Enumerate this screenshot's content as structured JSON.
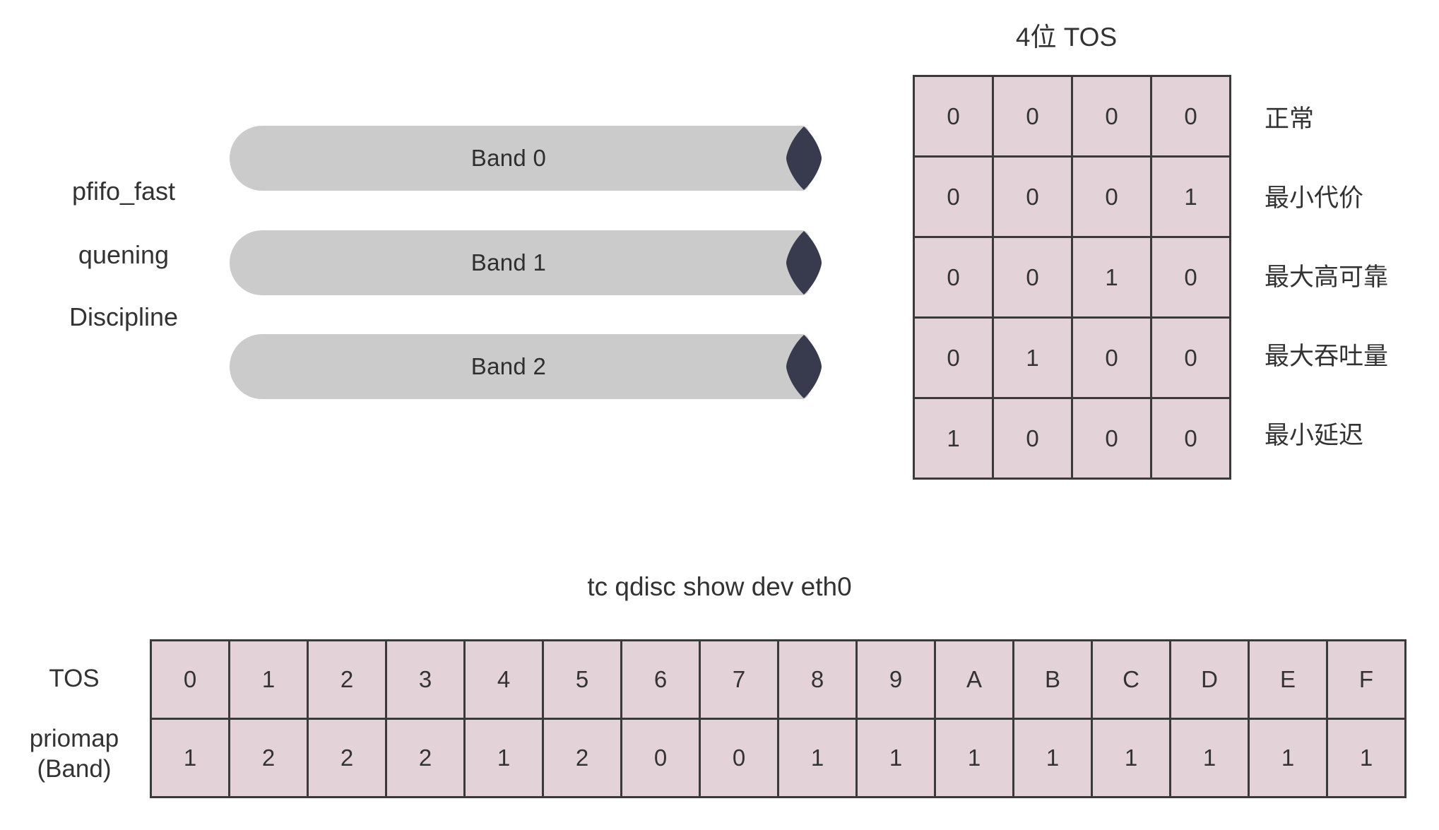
{
  "qdisc": {
    "labels": [
      "pfifo_fast",
      "quening",
      "Discipline"
    ],
    "bands": [
      {
        "label": "Band 0"
      },
      {
        "label": "Band 1"
      },
      {
        "label": "Band 2"
      }
    ],
    "pipe_color": "#cbcbcb",
    "cap_color": "#383b4d"
  },
  "tos": {
    "title": "4位 TOS",
    "rows": [
      {
        "bits": [
          "0",
          "0",
          "0",
          "0"
        ],
        "desc": "正常"
      },
      {
        "bits": [
          "0",
          "0",
          "0",
          "1"
        ],
        "desc": "最小代价"
      },
      {
        "bits": [
          "0",
          "0",
          "1",
          "0"
        ],
        "desc": "最大高可靠"
      },
      {
        "bits": [
          "0",
          "1",
          "0",
          "0"
        ],
        "desc": "最大吞吐量"
      },
      {
        "bits": [
          "1",
          "0",
          "0",
          "0"
        ],
        "desc": "最小延迟"
      }
    ],
    "cell_color": "#e3d3d8",
    "border_color": "#3a3a3a"
  },
  "priomap": {
    "title": "tc qdisc show dev eth0",
    "row_labels": [
      "TOS",
      "priomap\n(Band)"
    ],
    "row_label_tos": "TOS",
    "row_label_band_line1": "priomap",
    "row_label_band_line2": "(Band)",
    "tos_values": [
      "0",
      "1",
      "2",
      "3",
      "4",
      "5",
      "6",
      "7",
      "8",
      "9",
      "A",
      "B",
      "C",
      "D",
      "E",
      "F"
    ],
    "band_values": [
      "1",
      "2",
      "2",
      "2",
      "1",
      "2",
      "0",
      "0",
      "1",
      "1",
      "1",
      "1",
      "1",
      "1",
      "1",
      "1"
    ],
    "cell_color": "#e3d3d8",
    "border_color": "#3a3a3a"
  }
}
